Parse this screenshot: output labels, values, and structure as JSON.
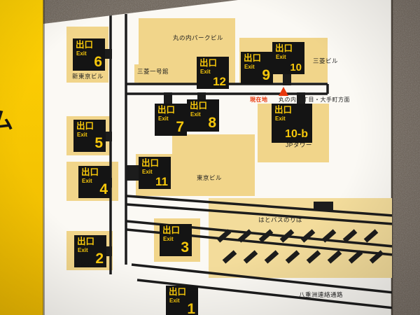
{
  "sign": {
    "left_partial_text": "ム"
  },
  "map": {
    "buildings": [
      {
        "name": "新東京ビル"
      },
      {
        "name": "三菱一号館"
      },
      {
        "name": "丸の内パークビル"
      },
      {
        "name": "三菱ビル"
      },
      {
        "name": "JPタワー"
      },
      {
        "name": "東京ビル"
      },
      {
        "name": "はとバスのりば"
      },
      {
        "name": "八重洲連絡通路"
      }
    ],
    "current_location": {
      "label": "現在地"
    },
    "direction": {
      "label": "丸の内一丁目・大手町方面"
    },
    "exits": [
      {
        "kanji": "出口",
        "en": "Exit",
        "num": "1"
      },
      {
        "kanji": "出口",
        "en": "Exit",
        "num": "2"
      },
      {
        "kanji": "出口",
        "en": "Exit",
        "num": "3"
      },
      {
        "kanji": "出口",
        "en": "Exit",
        "num": "4"
      },
      {
        "kanji": "出口",
        "en": "Exit",
        "num": "5"
      },
      {
        "kanji": "出口",
        "en": "Exit",
        "num": "6"
      },
      {
        "kanji": "出口",
        "en": "Exit",
        "num": "7"
      },
      {
        "kanji": "出口",
        "en": "Exit",
        "num": "8"
      },
      {
        "kanji": "出口",
        "en": "Exit",
        "num": "9"
      },
      {
        "kanji": "出口",
        "en": "Exit",
        "num": "10"
      },
      {
        "kanji": "出口",
        "en": "Exit",
        "num": "10-b"
      },
      {
        "kanji": "出口",
        "en": "Exit",
        "num": "11"
      },
      {
        "kanji": "出口",
        "en": "Exit",
        "num": "12"
      }
    ],
    "colors": {
      "exit_box_bg": "#141414",
      "exit_box_text": "#f6c70b",
      "building_fill": "#f1d58a",
      "sign_yellow": "#f9c906",
      "current_location_red": "#e8380d",
      "wall": "#6f6459"
    }
  }
}
